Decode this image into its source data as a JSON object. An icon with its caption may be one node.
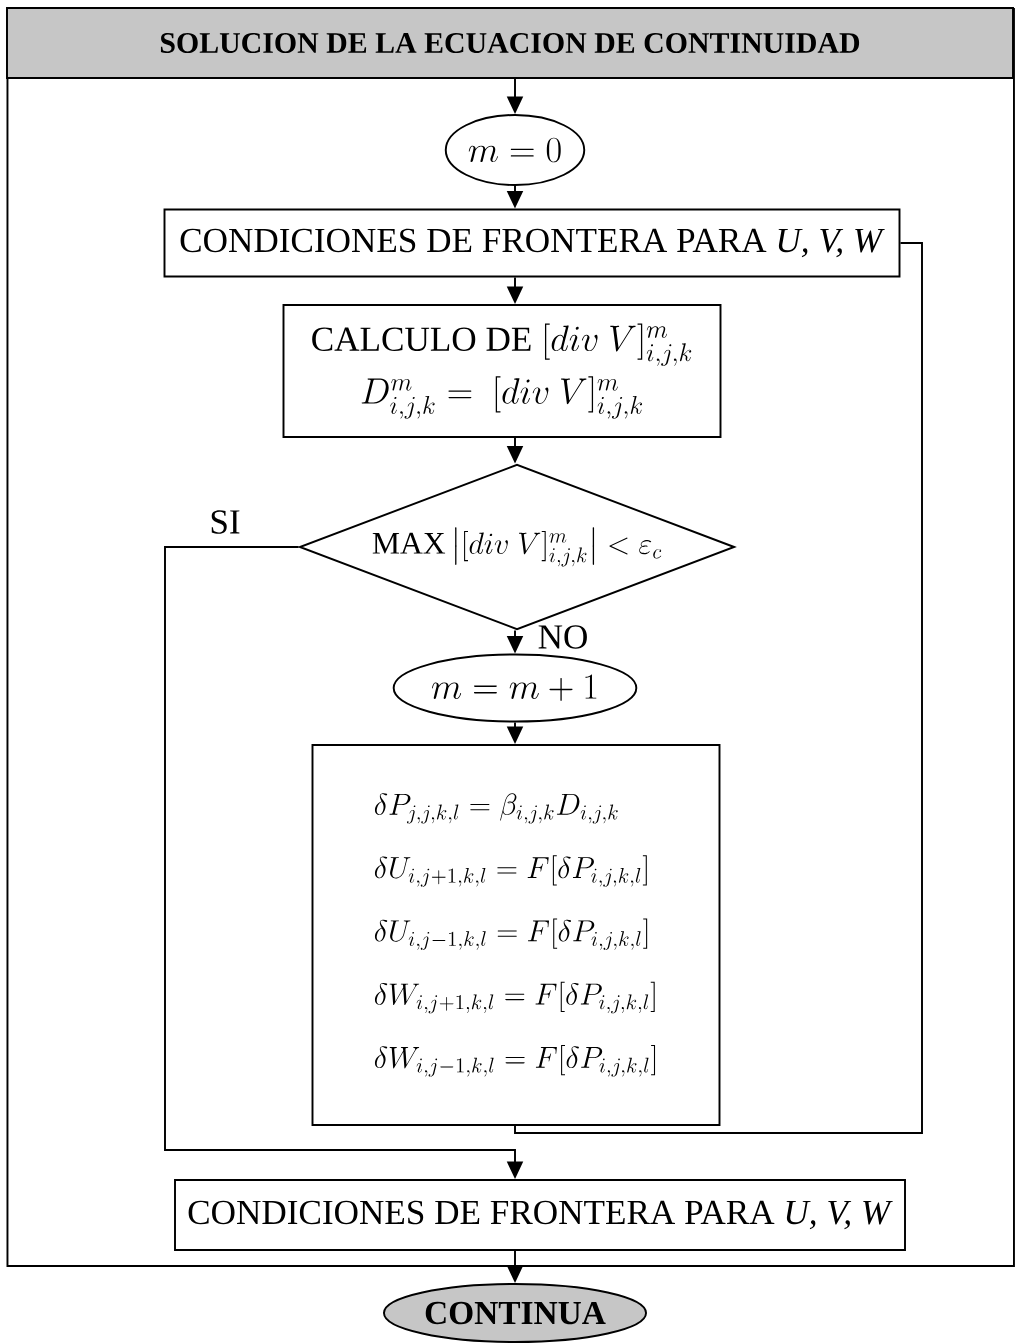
{
  "diagram": {
    "nodes": [
      {
        "text": [],
        "shape": "box"
      },
      {
        "text": [
          "SOLUCION DE LA ECUACION DE CONTINUIDAD"
        ],
        "in": 0
      },
      {
        "text": [
          "m=0"
        ],
        "in": 0
      },
      {
        "text": [
          "CONDICIONES DE FRONTERA PARA *U, V, W*"
        ],
        "in": 0
      },
      {
        "text": [
          "\\mathrm{CALCULO\\ DE}\\ [div\\ V]^{m}_{i,j,k}",
          "D^{m}_{i,j,k}=\\ [div\\ V]^{m}_{i,j,k}"
        ],
        "in": 0
      },
      {
        "text": [
          "\\mathrm{MAX}\\left|[div\\ V]^{m}_{i,j,k}\\right|<\\varepsilon_{c}"
        ],
        "in": 0
      },
      {
        "text": [
          "m=m+1"
        ],
        "in": 0
      },
      {
        "text": [
          "\\delta P_{j,j,k,l}=\\beta_{i,j,k}D_{i,j,k}",
          "\\delta U_{i,j+1,k,l}=F[\\delta P_{i,j,k,l}]",
          "\\delta U_{i,j-1,k,l}=F[\\delta P_{i,j,k,l}]",
          "\\delta W_{i,j+1,k,l}=F[\\delta P_{i,j,k,l}]",
          "\\delta W_{i,j-1,k,l}=F[\\delta P_{i,j,k,l}]"
        ],
        "in": 0
      },
      {
        "text": [
          "CONDICIONES DE FRONTERA PARA *U, V, W*"
        ],
        "in": 0
      },
      {
        "text": [
          "CONTINUA"
        ]
      }
    ],
    "edges": [
      {
        "from": 1,
        "to": 2,
        "arrow": "to"
      },
      {
        "from": 2,
        "to": 3,
        "arrow": "to"
      },
      {
        "from": 3,
        "to": 4,
        "arrow": "to"
      },
      {
        "from": 4,
        "to": 5,
        "arrow": "to"
      },
      {
        "from": 5,
        "to": 6,
        "arrow": "to",
        "label": "NO"
      },
      {
        "from": 6,
        "to": 7,
        "arrow": "to"
      },
      {
        "from": 5,
        "to": 8,
        "arrow": "to",
        "label": "SI"
      },
      {
        "from": 7,
        "to": 3,
        "arrow": "none"
      },
      {
        "from": 8,
        "to": 9,
        "arrow": "to"
      }
    ]
  }
}
